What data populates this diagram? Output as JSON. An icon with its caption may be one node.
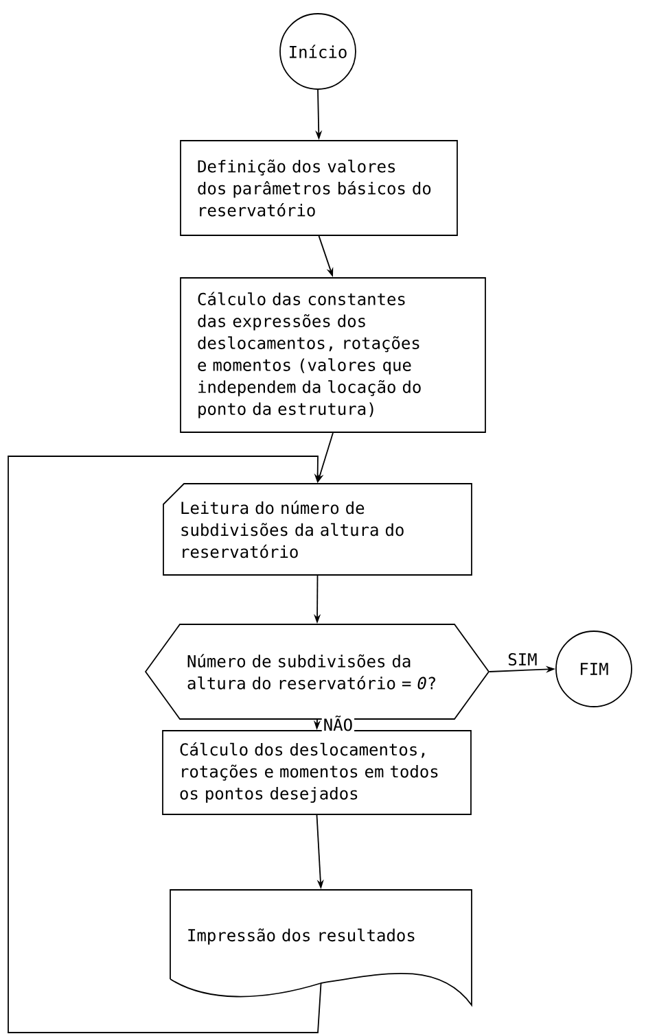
{
  "diagram": {
    "nodes": [
      {
        "text": [
          "Início"
        ]
      },
      {
        "text": [
          "Definição dos valores dos parâmetros básicos do reservatório"
        ]
      },
      {
        "text": [
          "Cálculo das constantes das expressões dos deslocamentos, rotações e momentos (valores que independem da locação do ponto da estrutura)"
        ]
      },
      {
        "text": [
          "Leitura do número de subdivisões da altura do reservatório"
        ]
      },
      {
        "text": [
          "Número de subdivisões da altura do reservatório = *0*?"
        ]
      },
      {
        "text": [
          "FIM"
        ]
      },
      {
        "text": [
          "Cálculo dos deslocamentos, rotações e momentos em todos os pontos desejados"
        ]
      },
      {
        "text": [
          "Impressão dos resultados"
        ]
      }
    ],
    "edges": [
      {
        "from": 0,
        "to": 1,
        "arrow": "to"
      },
      {
        "from": 1,
        "to": 2,
        "arrow": "to"
      },
      {
        "from": 2,
        "to": 3,
        "arrow": "to"
      },
      {
        "from": 3,
        "to": 4,
        "arrow": "to"
      },
      {
        "from": 4,
        "to": 5,
        "arrow": "to",
        "label": "SIM"
      },
      {
        "from": 4,
        "to": 6,
        "arrow": "to",
        "label": "NÃO"
      },
      {
        "from": 6,
        "to": 7,
        "arrow": "to"
      },
      {
        "from": 7,
        "to": 3,
        "arrow": "to"
      }
    ]
  }
}
